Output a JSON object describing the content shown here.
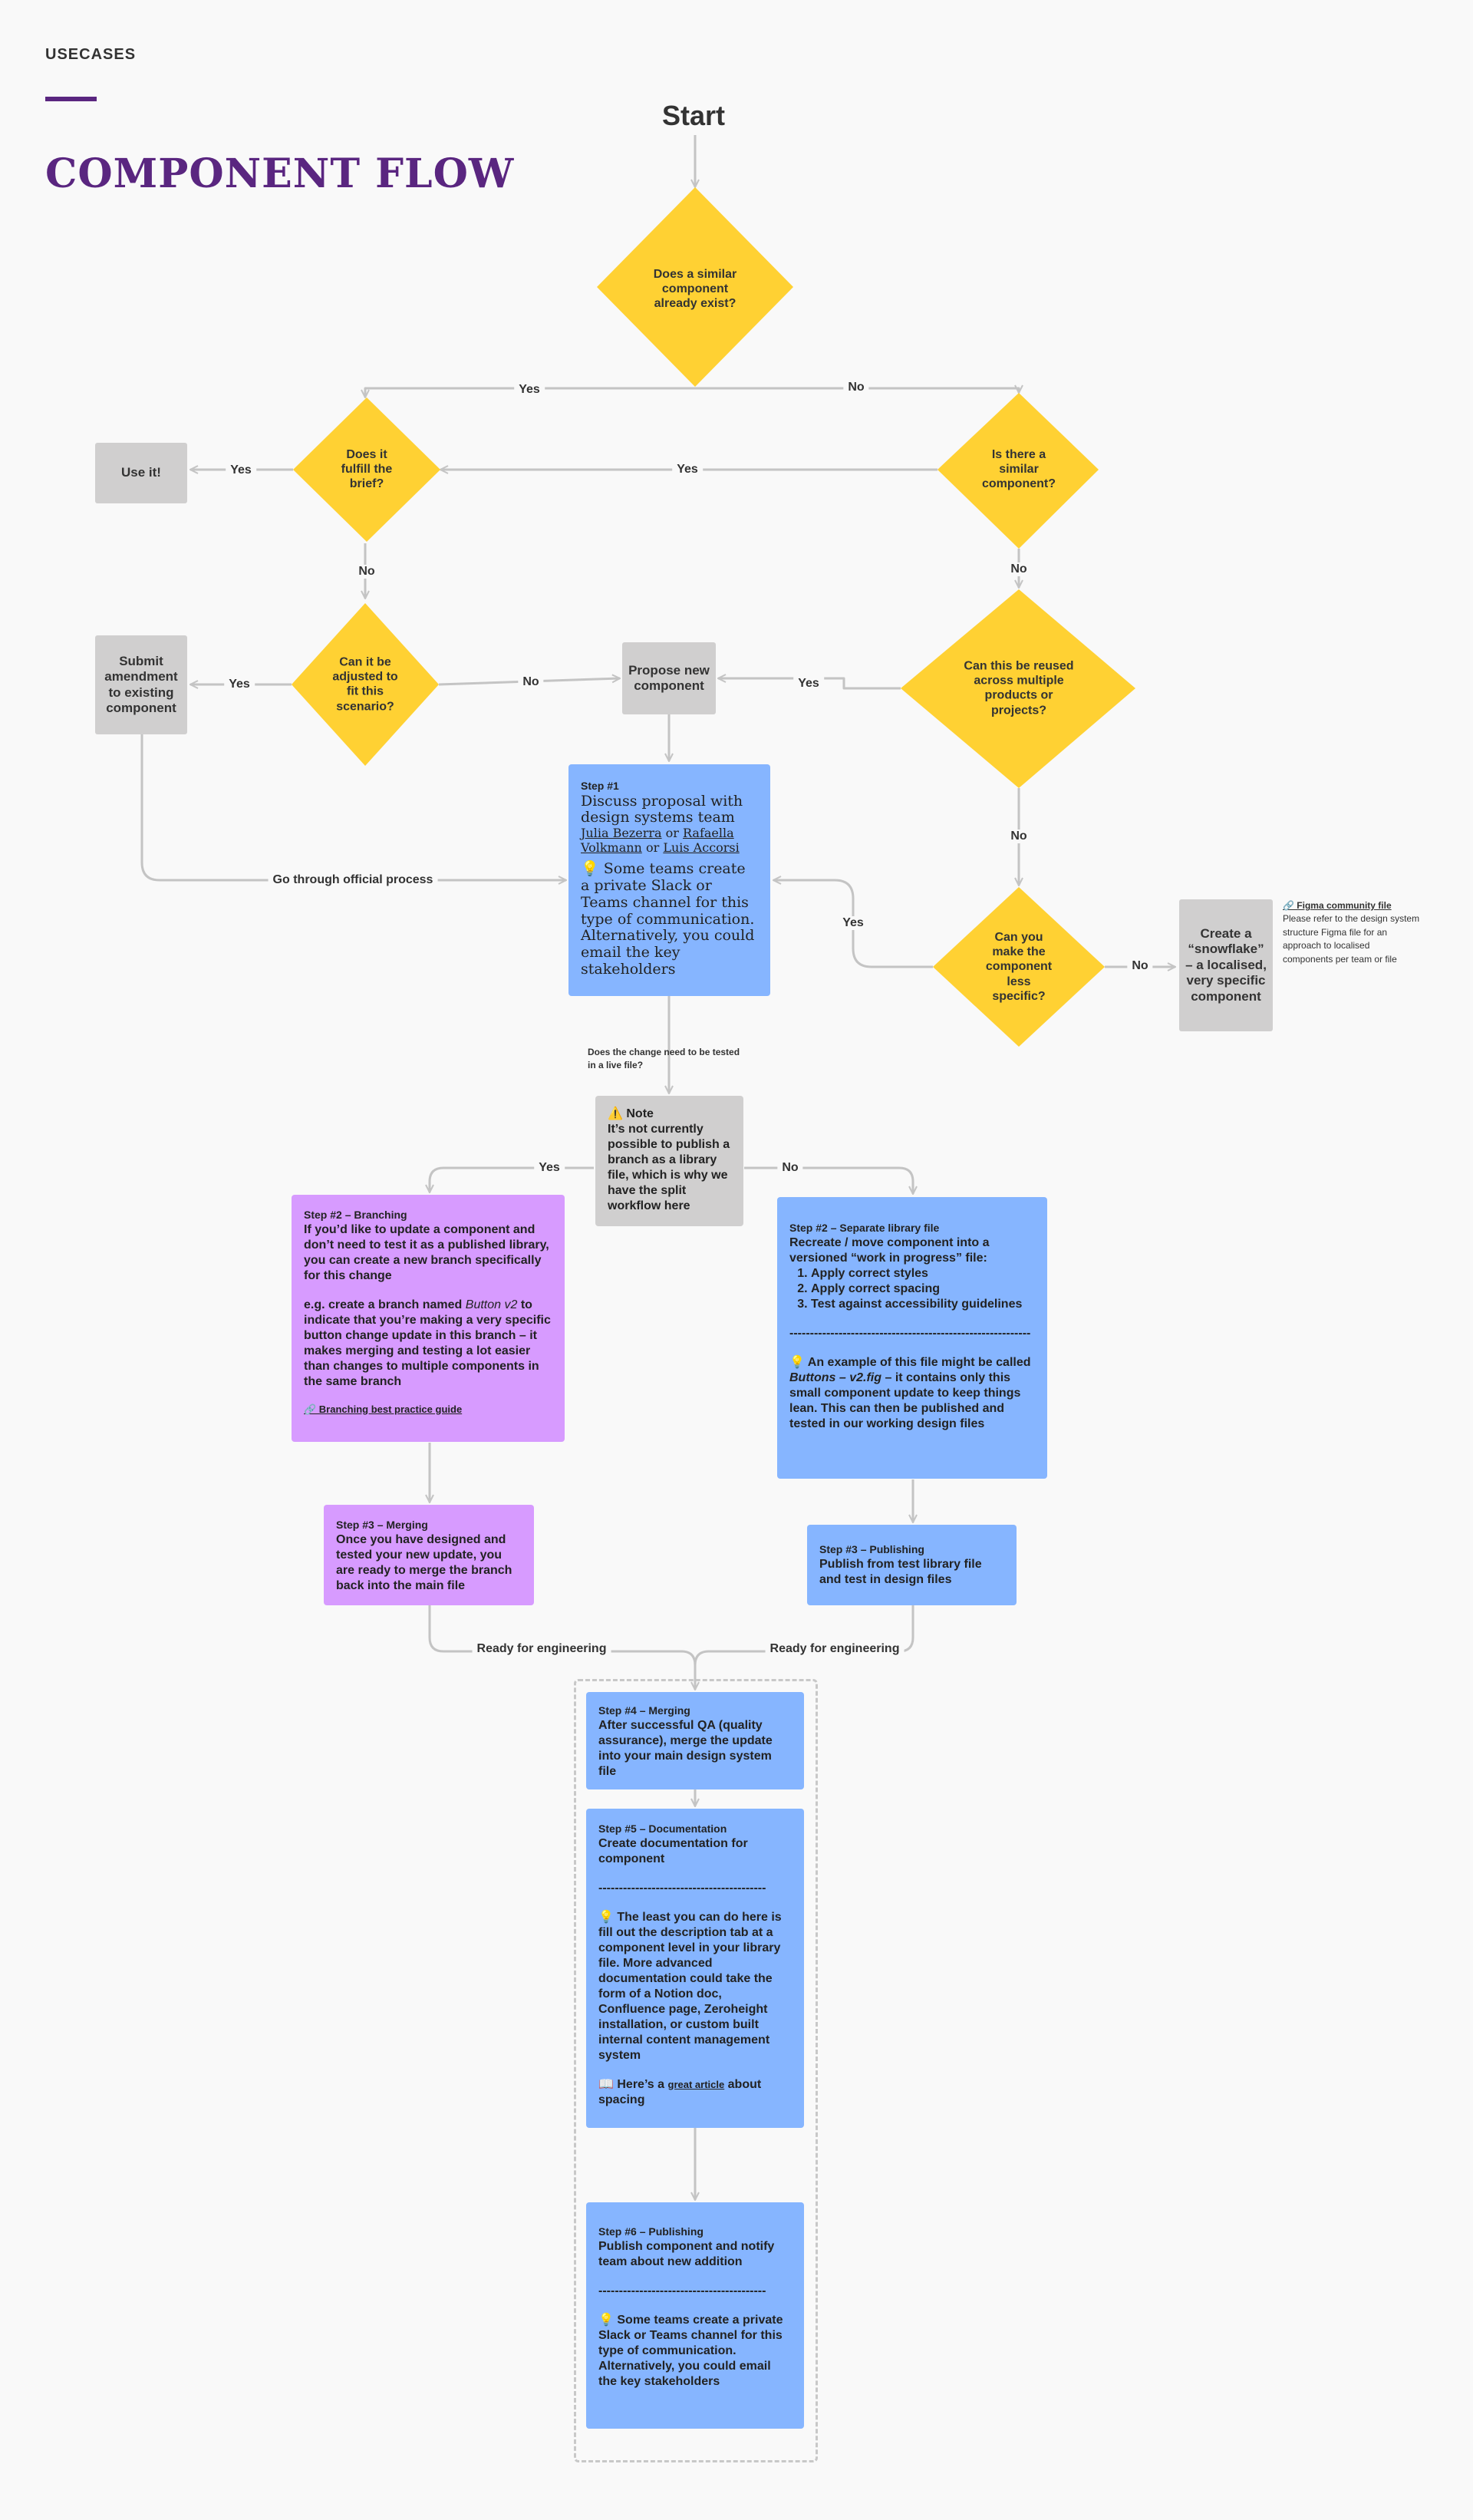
{
  "header": {
    "section": "USECASES",
    "title": "COMPONENT FLOW",
    "accent_color": "#5a2680"
  },
  "colors": {
    "decision": "#ffd133",
    "action": "#d0cfcf",
    "step_blue": "#86b5ff",
    "step_purple": "#d79bff",
    "connector": "#c4c4c4"
  },
  "flow": {
    "start": "Start",
    "decisions": {
      "similar_exists": "Does a similar component already exist?",
      "fulfill_brief": "Does it fulfill the brief?",
      "similar_component": "Is there a similar component?",
      "adjusted": "Can it be adjusted to fit this scenario?",
      "reused": "Can this be reused across multiple products or projects?",
      "less_specific": "Can you make the component less specific?"
    },
    "actions": {
      "use_it": "Use it!",
      "submit_amendment": "Submit amendment to existing component",
      "propose_new": "Propose new component",
      "snowflake": "Create a “snowflake” – a localised, very specific component"
    },
    "edges": {
      "yes": "Yes",
      "no": "No",
      "official_process": "Go through official process",
      "ready_engineering": "Ready for engineering",
      "live_file_question": "Does the change need to be tested in a live file?"
    },
    "figma_note": {
      "title": "🔗 Figma community file",
      "body": "Please refer to the design system structure Figma file for an approach to localised components per team or file"
    }
  },
  "step1": {
    "label": "Step #1",
    "title": "Discuss proposal with design systems team",
    "person1": "Julia Bezerra",
    "or1": "or",
    "person2": "Rafaella Volkmann",
    "or2": "or",
    "person3": "Luis Accorsi",
    "body": "💡 Some teams create a private Slack or Teams channel for this type of communication. Alternatively, you could email the key stakeholders"
  },
  "note": {
    "title": "⚠️ Note",
    "body": "It’s not currently possible to publish a branch as a library file, which is why we have the split workflow here"
  },
  "branching": {
    "label": "Step #2 – Branching",
    "p1": "If you’d like to update a component and don’t need to test it as a published library, you can create a new branch specifically for this change",
    "p2a": "e.g. create a branch named",
    "p2b": "Button v2",
    "p2c": "to indicate that you’re making a very specific button change update in this branch – it makes merging and testing a lot easier than changes to multiple components in the same branch",
    "link": "🔗 Branching best practice guide"
  },
  "separate": {
    "label": "Step #2 – Separate library file",
    "p1": "Recreate / move component into a versioned “work in progress” file:",
    "items": [
      "Apply correct styles",
      "Apply correct spacing",
      "Test against accessibility guidelines"
    ],
    "divider": "-----------------------------------------------------------",
    "p2a": "💡 An example of this file might be called",
    "p2b": "Buttons – v2.fig",
    "p2c": "– it contains only this small component update to keep things lean. This can then be published and tested in our working design files"
  },
  "merging3": {
    "label": "Step #3 – Merging",
    "body": "Once you have designed and tested your new update, you are ready to merge the branch back into the main file"
  },
  "publishing3": {
    "label": "Step #3 – Publishing",
    "body": "Publish from test library file and test in design files"
  },
  "step4": {
    "label": "Step #4 – Merging",
    "body": "After successful QA (quality assurance), merge the update into your main design system file"
  },
  "step5": {
    "label": "Step #5 – Documentation",
    "body": "Create documentation for component",
    "divider": "-----------------------------------------",
    "tip": "💡 The least you can do here is fill out the description tab at a component level in your library file. More advanced documentation could take the form of a Notion doc, Confluence page, Zeroheight installation, or custom built internal content management system",
    "link_a": "📖 Here’s a",
    "link_b": "great article",
    "link_c": "about spacing"
  },
  "step6": {
    "label": "Step #6 – Publishing",
    "body": "Publish component and notify team about new addition",
    "divider": "-----------------------------------------",
    "tip": "💡 Some teams create a private Slack or Teams channel for this type of communication. Alternatively, you could email the key stakeholders"
  }
}
